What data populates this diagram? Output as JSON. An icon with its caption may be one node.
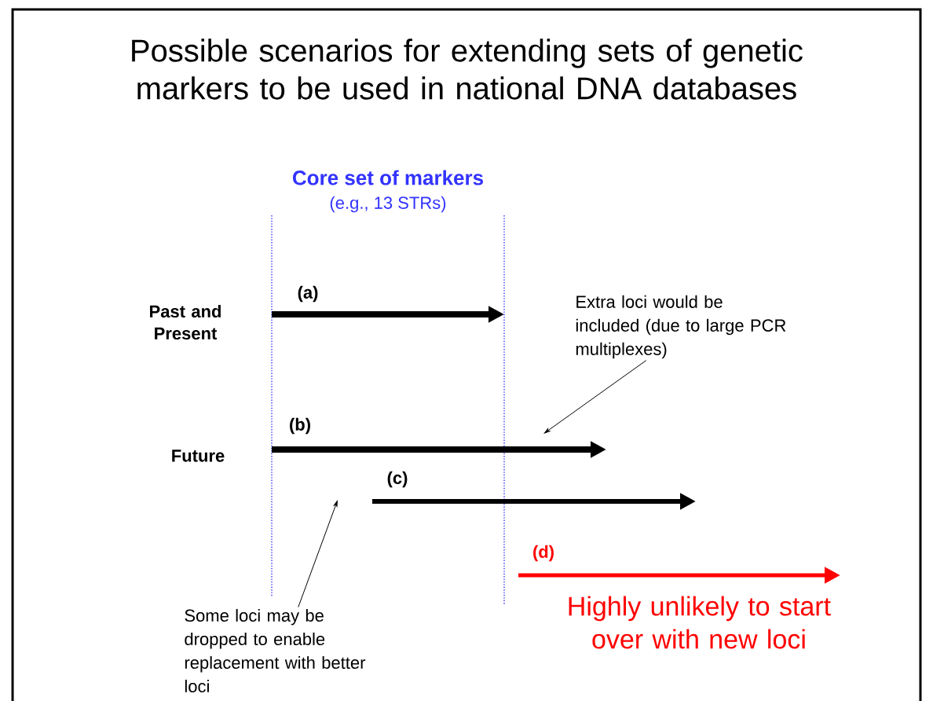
{
  "diagram": {
    "title": "Possible scenarios for extending sets of genetic markers to be used in national DNA databases",
    "nodes": [
      {
        "text": [
          "Extra loci would be included (due to large PCR multiplexes)"
        ]
      },
      {
        "text": [
          "Some loci may be dropped to enable replacement with better loci"
        ]
      }
    ],
    "edges": [
      {
        "from": 0,
        "to": null,
        "arrow": "to"
      },
      {
        "from": 1,
        "to": null,
        "arrow": "to"
      }
    ],
    "labels": [
      "Core set of markers",
      "(e.g., 13 STRs)",
      "Past and Present",
      "(a)",
      "Future",
      "(b)",
      "(c)",
      "(d)",
      "Highly unlikely to start over with new loci"
    ]
  }
}
